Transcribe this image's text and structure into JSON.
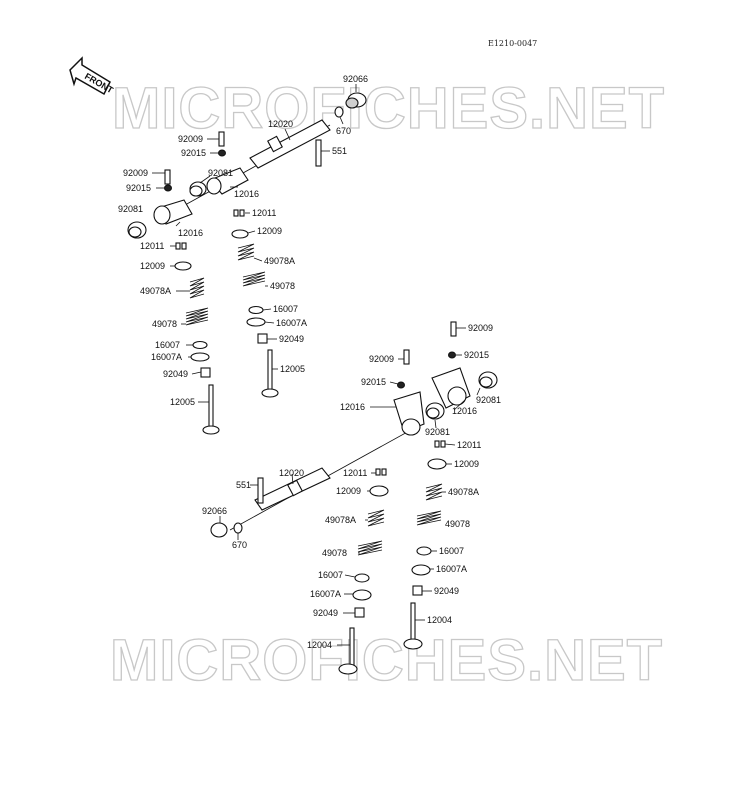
{
  "document_code": "E1210-0047",
  "front_label": "FRONT",
  "watermark": "MICROFICHES.NET",
  "labels": {
    "p92066_top": "92066",
    "p670_top": "670",
    "p12020_top": "12020",
    "p551_top": "551",
    "p92009_a": "92009",
    "p92015_a": "92015",
    "p92009_b": "92009",
    "p92015_b": "92015",
    "p92081_a": "92081",
    "p92081_b": "92081",
    "p12016_a": "12016",
    "p12016_b": "12016",
    "p12011_a": "12011",
    "p12011_b": "12011",
    "p12009_a": "12009",
    "p12009_b": "12009",
    "p49078A_a": "49078A",
    "p49078A_b": "49078A",
    "p49078_a": "49078",
    "p49078_b": "49078",
    "p16007_a": "16007",
    "p16007_b": "16007",
    "p16007A_a": "16007A",
    "p16007A_b": "16007A",
    "p92049_a": "92049",
    "p92049_b": "92049",
    "p12005_a": "12005",
    "p12005_b": "12005",
    "p92009_c": "92009",
    "p92015_c": "92015",
    "p12016_c": "12016",
    "p92009_d": "92009",
    "p92015_d": "92015",
    "p12016_d": "12016",
    "p92081_c": "92081",
    "p92081_d": "92081",
    "p12011_c": "12011",
    "p12011_d": "12011",
    "p12009_c": "12009",
    "p12009_d": "12009",
    "p12020_bot": "12020",
    "p551_bot": "551",
    "p49078A_c": "49078A",
    "p49078A_d": "49078A",
    "p49078_c": "49078",
    "p49078_d": "49078",
    "p92066_bot": "92066",
    "p670_bot": "670",
    "p16007_c": "16007",
    "p16007_d": "16007",
    "p16007A_c": "16007A",
    "p16007A_d": "16007A",
    "p92049_c": "92049",
    "p92049_d": "92049",
    "p12004_a": "12004",
    "p12004_b": "12004"
  }
}
